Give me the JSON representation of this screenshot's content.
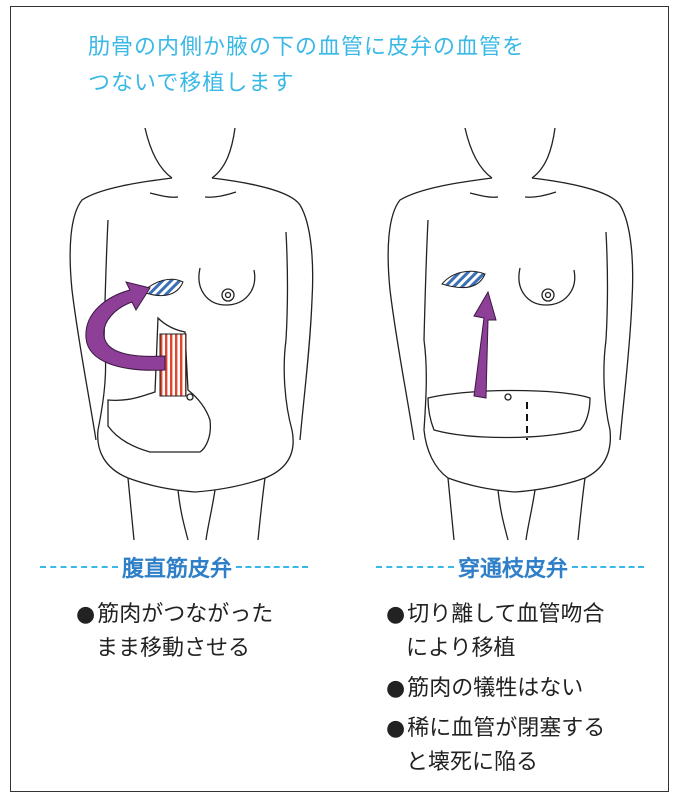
{
  "heading": {
    "line1": "肋骨の内側か腋の下の血管に皮弁の血管を",
    "line2": "つないで移植します"
  },
  "left": {
    "title": "腹直筋皮弁",
    "bullets": [
      {
        "line1": "筋肉がつながった",
        "line2": "まま移動させる"
      }
    ]
  },
  "right": {
    "title": "穿通枝皮弁",
    "bullets": [
      {
        "line1": "切り離して血管吻合",
        "line2": "により移植"
      },
      {
        "line1": "筋肉の犠牲はない",
        "line2": ""
      },
      {
        "line1": "稀に血管が閉塞する",
        "line2": "と壊死に陥る"
      }
    ]
  },
  "bullet_mark": "●",
  "colors": {
    "heading": "#3ab8e6",
    "title": "#2f7fc8",
    "arrow": "#8e3f98",
    "stripe_red": "#e0452e",
    "stripe_blue": "#3a6fb6",
    "outline": "#222222"
  }
}
